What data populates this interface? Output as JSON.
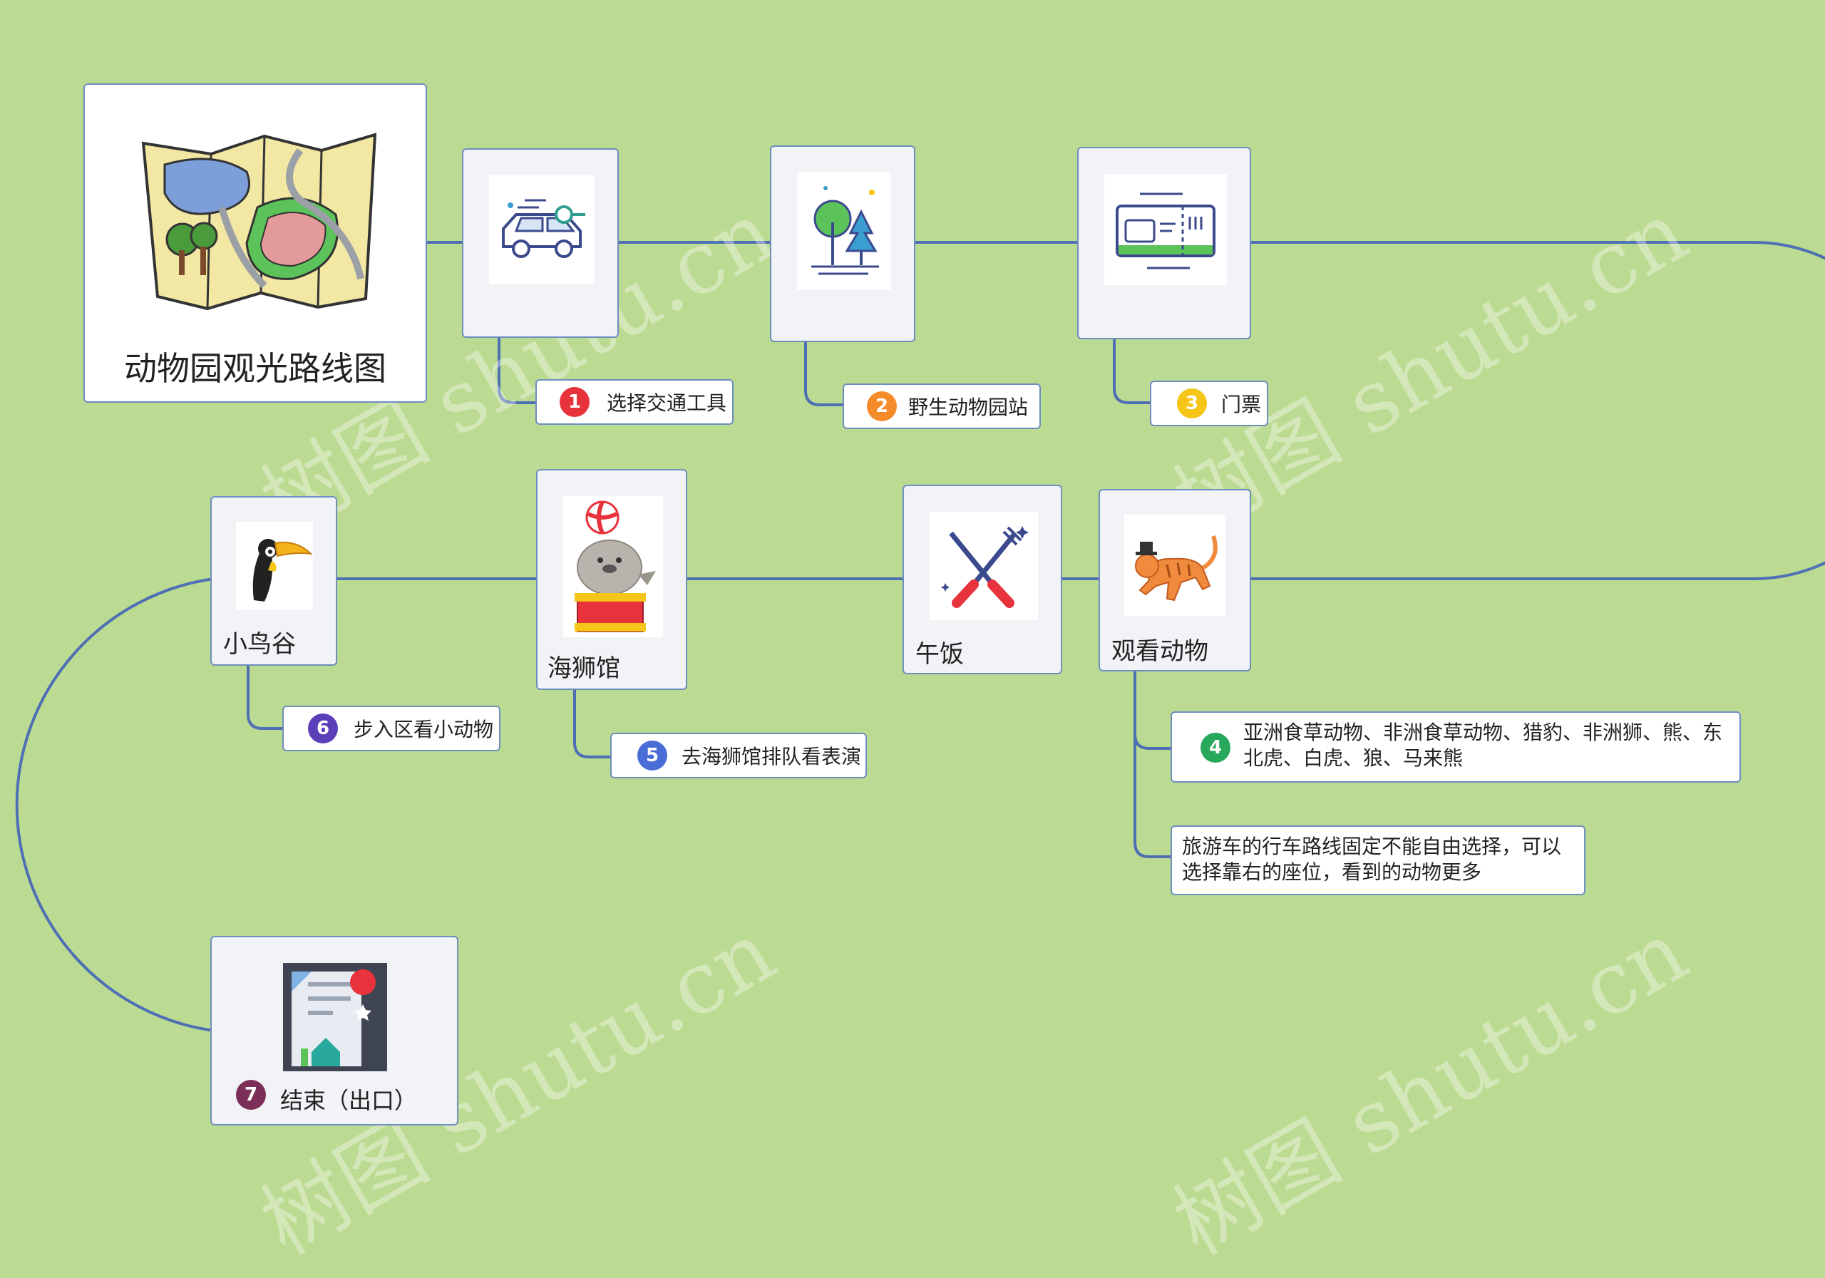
{
  "title": "动物园观光路线图",
  "nodes": {
    "transport": {
      "label": "选择交通工具",
      "badge": "1"
    },
    "wildlife": {
      "label": "野生动物园站",
      "badge": "2"
    },
    "ticket": {
      "label": "门票",
      "badge": "3"
    },
    "watch": {
      "title": "观看动物",
      "badge": "4",
      "detail": "亚洲食草动物、非洲食草动物、猎豹、非洲狮、熊、东北虎、白虎、狼、马来熊",
      "note": "旅游车的行车路线固定不能自由选择，可以选择靠右的座位，看到的动物更多"
    },
    "lunch": {
      "title": "午饭"
    },
    "sealion": {
      "title": "海狮馆",
      "label": "去海狮馆排队看表演",
      "badge": "5"
    },
    "birds": {
      "title": "小鸟谷",
      "label": "步入区看小动物",
      "badge": "6"
    },
    "end": {
      "title": "结束（出口）",
      "badge": "7"
    }
  },
  "watermark": "树图 shutu.cn",
  "colors": {
    "background": "#bcdb92",
    "line": "#4f6fb5",
    "badge1": "#e8323c",
    "badge2": "#f58b2a",
    "badge3": "#f5c518",
    "badge4": "#27a85a",
    "badge5": "#4a6cd6",
    "badge6": "#5b3fb8",
    "badge7": "#7b2e57"
  }
}
